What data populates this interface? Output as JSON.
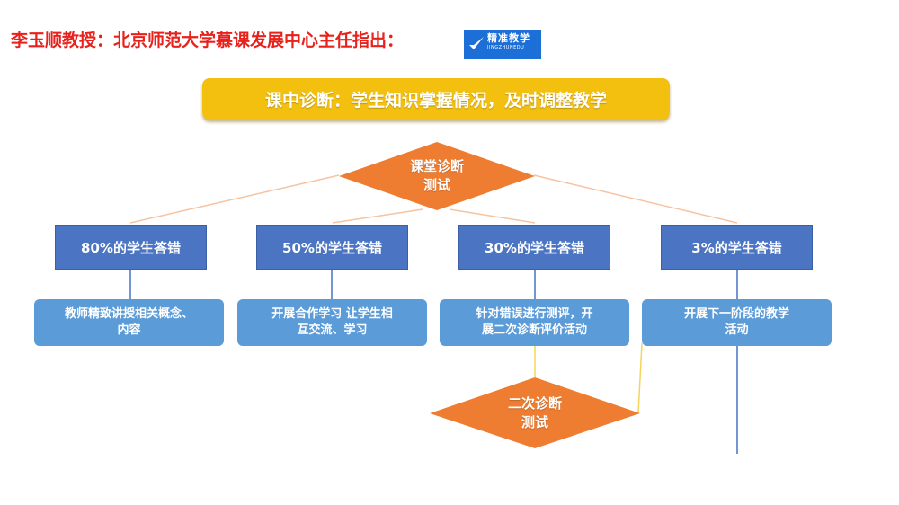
{
  "headline": "李玉顺教授：北京师范大学慕课发展中心主任指出：",
  "logo": {
    "icon": "check-mark-icon",
    "title": "精准教学",
    "subtitle": "JINGZHUNEDU"
  },
  "diagram": {
    "banner": "课中诊断：学生知识掌握情况，及时调整教学",
    "top_diamond": [
      "课堂诊断",
      "测试"
    ],
    "bottom_diamond": [
      "二次诊断",
      "测试"
    ],
    "categories": [
      "80%的学生答错",
      "50%的学生答错",
      "30%的学生答错",
      "3%的学生答错"
    ],
    "actions": [
      "教师精致讲授相关概念、\n内容",
      "开展合作学习 让学生相\n互交流、学习",
      "针对错误进行测评，开\n展二次诊断评价活动",
      "开展下一阶段的教学\n活动"
    ],
    "colors": {
      "banner": "#f4c00f",
      "diamond": "#ee7d31",
      "box": "#4b74c3",
      "action": "#5a9bd8",
      "title_red": "#e8211c",
      "connector_orange": "#f6c3a0",
      "connector_yellow": "#f6d35a",
      "connector_blue": "#4472c4"
    }
  }
}
